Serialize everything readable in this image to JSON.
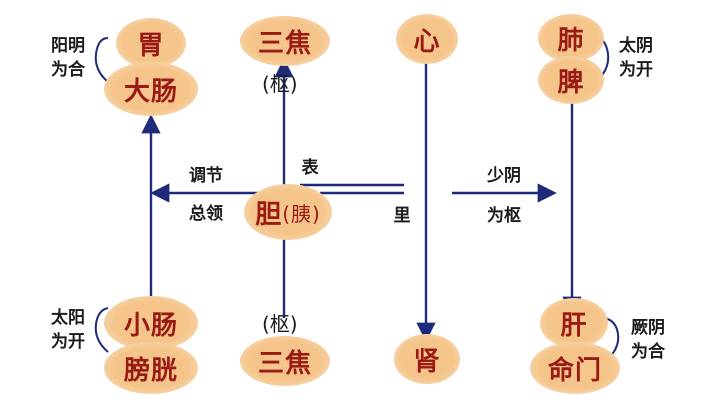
{
  "nodes": {
    "wei": "胃",
    "dachang": "大肠",
    "sanjiao_top": "三焦",
    "xin": "心",
    "fei": "肺",
    "pi": "脾",
    "dan": "胆",
    "yi": "(胰)",
    "xiaochang": "小肠",
    "pangguang": "膀胱",
    "sanjiao_bottom": "三焦",
    "shen": "肾",
    "gan": "肝",
    "mingmen": "命门"
  },
  "labels": {
    "yangming_l1": "阳明",
    "yangming_l2": "为合",
    "taiyin_l1": "太阴",
    "taiyin_l2": "为开",
    "taiyang_l1": "太阳",
    "taiyang_l2": "为开",
    "jueyin_l1": "厥阴",
    "jueyin_l2": "为合",
    "shu_top": "(枢)",
    "shu_bottom": "(枢)",
    "tiaojie": "调节",
    "zongling": "总领",
    "biao": "表",
    "li": "里",
    "shaoyin": "少阴",
    "weishu": "为枢"
  },
  "colors": {
    "arrow": "#1f2a7a",
    "node_fill": "#f4c489",
    "node_text": "#9b1a13"
  }
}
